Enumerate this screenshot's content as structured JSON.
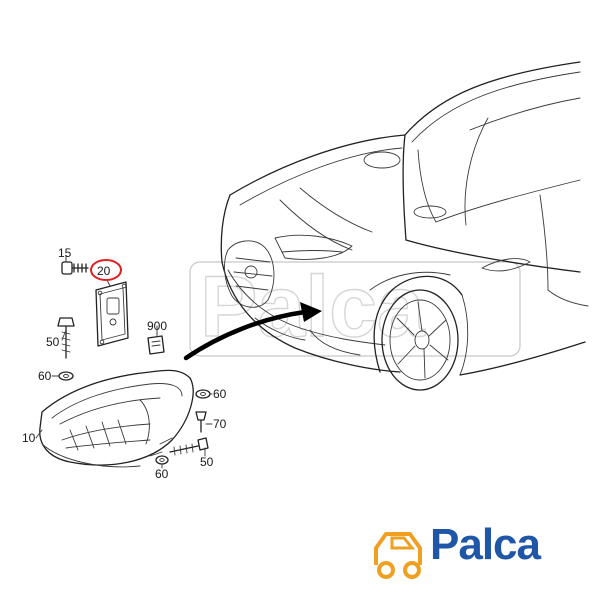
{
  "callouts": {
    "c15": "15",
    "c20": "20",
    "c50a": "50",
    "c60a": "60",
    "c900": "900",
    "c10": "10",
    "c60b": "60",
    "c70": "70",
    "c50b": "50",
    "c60c": "60"
  },
  "highlight_color": "#e02020",
  "brand": {
    "name": "Palca",
    "color": "#1f56a8",
    "icon_color": "#f0a020"
  }
}
